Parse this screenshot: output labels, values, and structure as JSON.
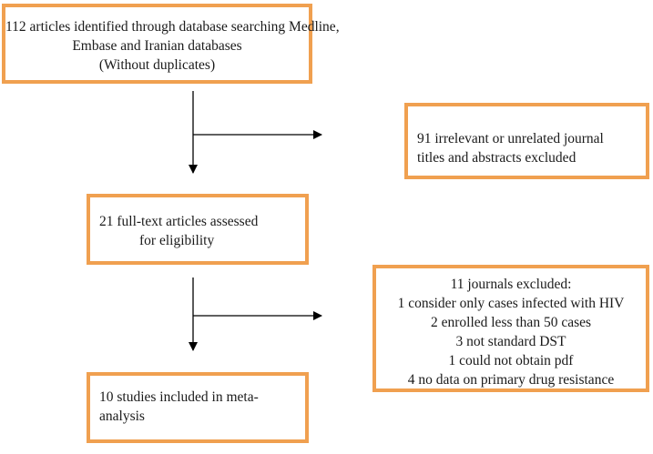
{
  "boxes": {
    "identified": [
      "112 articles identified through database searching Medline,",
      "Embase and Iranian databases",
      "(Without duplicates)"
    ],
    "excluded_titles": [
      "91 irrelevant or unrelated journal",
      "titles and abstracts excluded"
    ],
    "fulltext": [
      "21 full-text articles assessed",
      "for eligibility"
    ],
    "journals_excluded": [
      "11 journals excluded:",
      "1 consider only cases infected with HIV",
      "2 enrolled less than 50 cases",
      "3 not standard DST",
      "1 could not obtain pdf",
      "4 no data on primary drug resistance"
    ],
    "included": [
      "10 studies included in meta-",
      "analysis"
    ]
  },
  "colors": {
    "box_border": "#f0a050",
    "arrow": "#000000",
    "text": "#1a1a1a"
  }
}
